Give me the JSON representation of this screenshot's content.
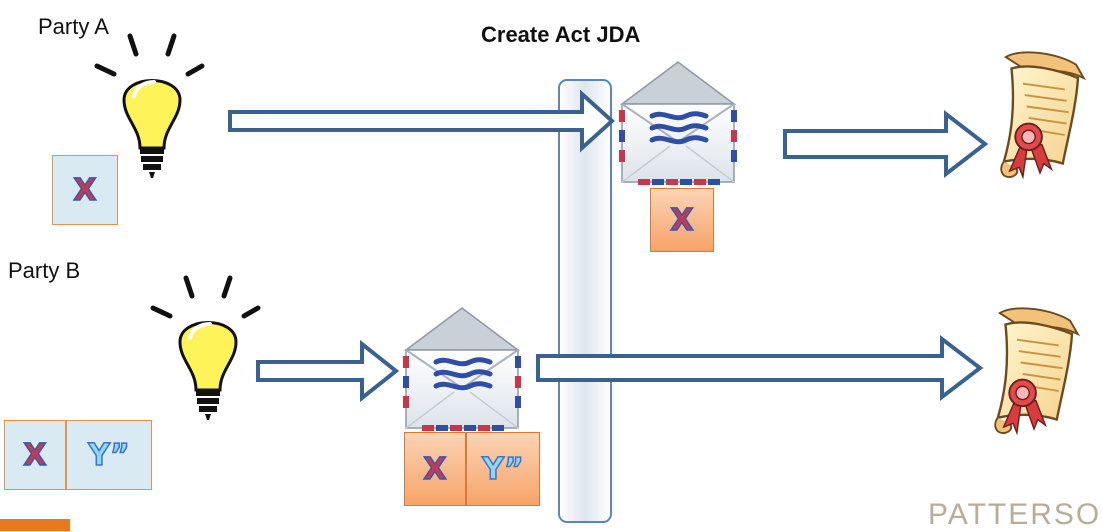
{
  "title": "Create Act JDA",
  "party_a": {
    "label": "Party A"
  },
  "party_b": {
    "label": "Party B"
  },
  "tiles": {
    "x": "X",
    "y": "Y”"
  },
  "watermark": "PATTERSO",
  "colors": {
    "arrow_stroke": "#3a6290",
    "tile_blue_fill": "#d9eaf3",
    "tile_orange_fill": "#f6a369",
    "tile_border": "#e39255",
    "bulb_fill": "#fff35a",
    "band_stroke": "#5b87b8",
    "accent": "#e9781f"
  },
  "icons": [
    "lightbulb-icon",
    "envelope-icon",
    "certificate-scroll-icon"
  ]
}
